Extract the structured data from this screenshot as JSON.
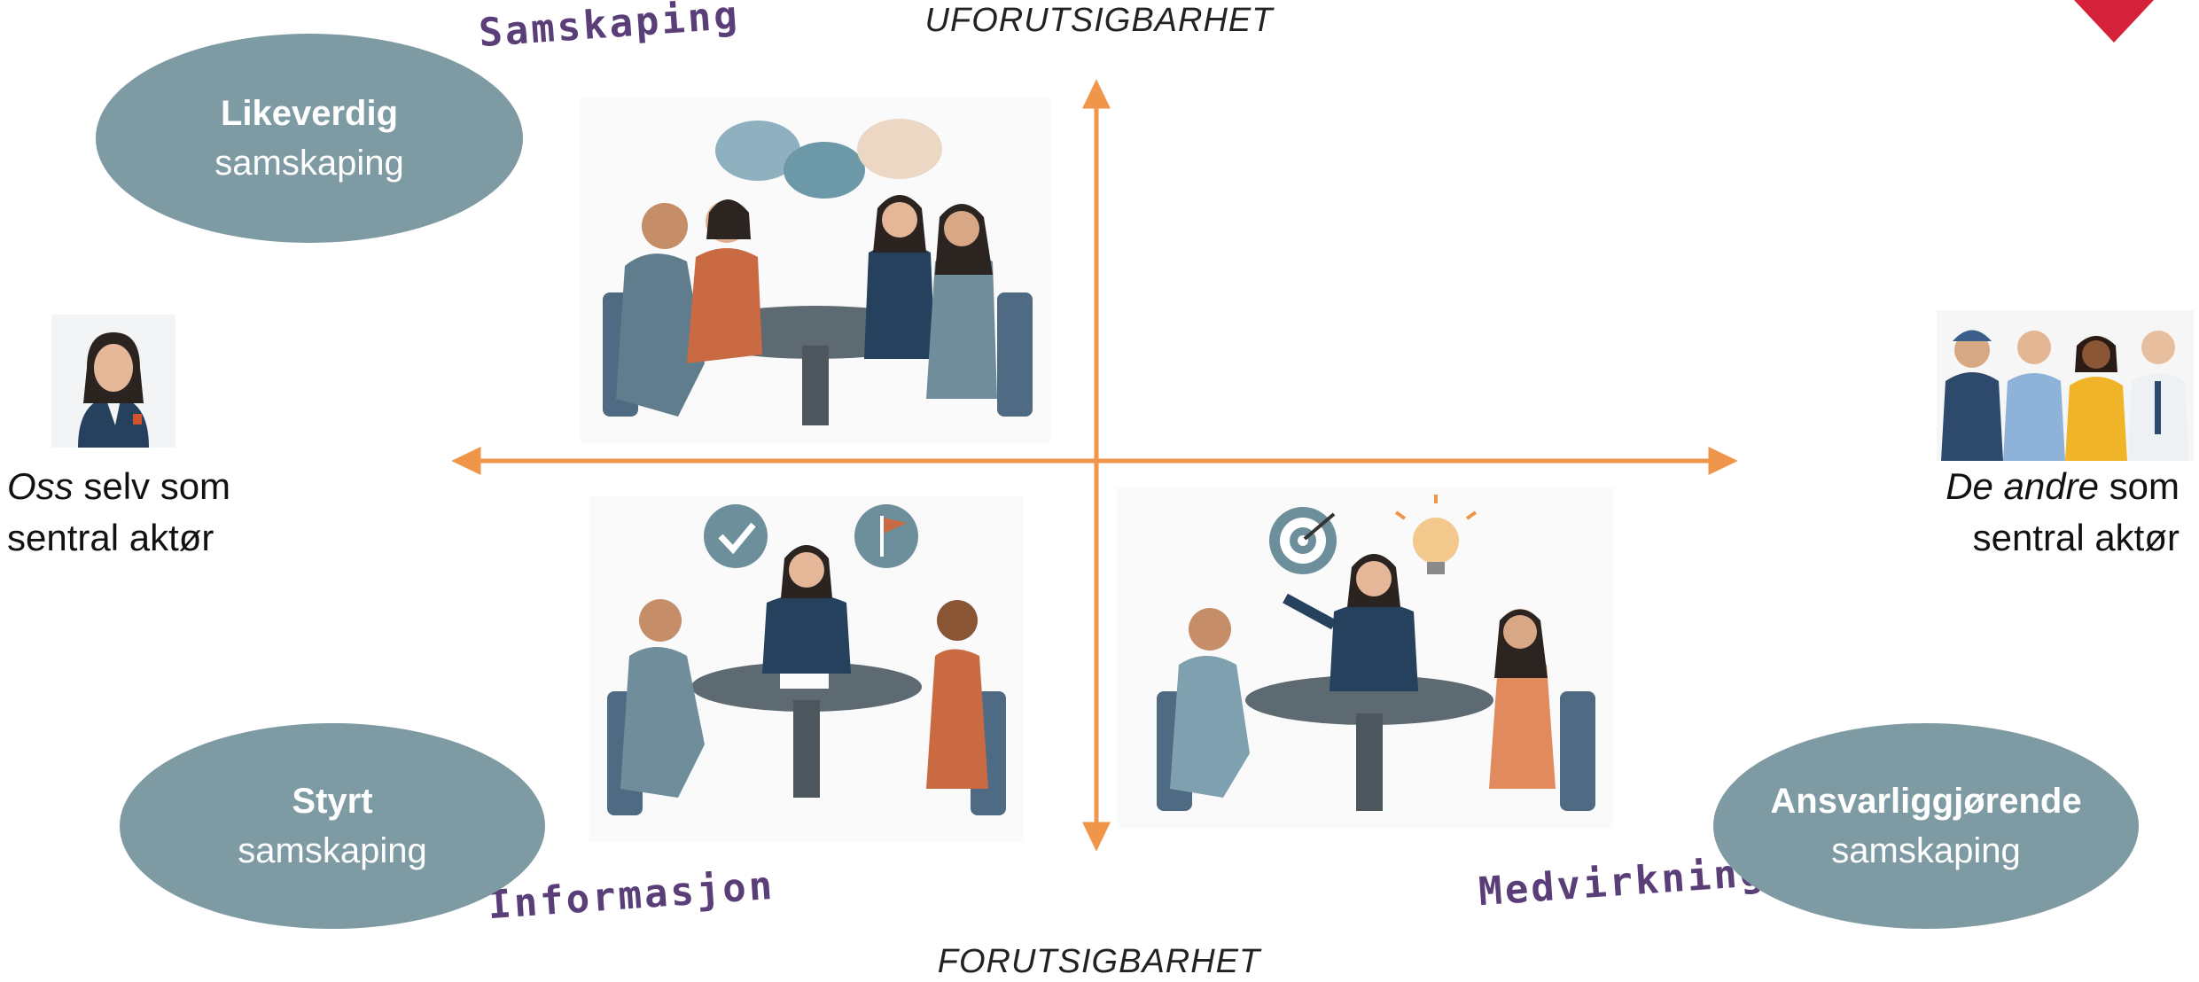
{
  "axis": {
    "top_label": "UFORUTSIGBARHET",
    "bottom_label": "FORUTSIGBARHET"
  },
  "handwritten": {
    "top_left": "Samskaping",
    "bottom_left": "Informasjon",
    "bottom_right": "Medvirkning"
  },
  "ellipses": {
    "top_left": {
      "bold": "Likeverdig",
      "text": "samskaping"
    },
    "bottom_left": {
      "bold": "Styrt",
      "text": "samskaping"
    },
    "bottom_right": {
      "bold": "Ansvarliggjørende",
      "text": "samskaping"
    }
  },
  "left_actor": {
    "italic": "Oss",
    "text1": " selv som",
    "text2": "sentral aktør"
  },
  "right_actor": {
    "italic": "De andre",
    "text1": " som",
    "text2": "sentral aktør"
  },
  "colors": {
    "arrow": "#f0964a",
    "ellipse": "#7e9aa3",
    "handwriting": "#5a3e78",
    "corner_mark": "#d6213a"
  }
}
